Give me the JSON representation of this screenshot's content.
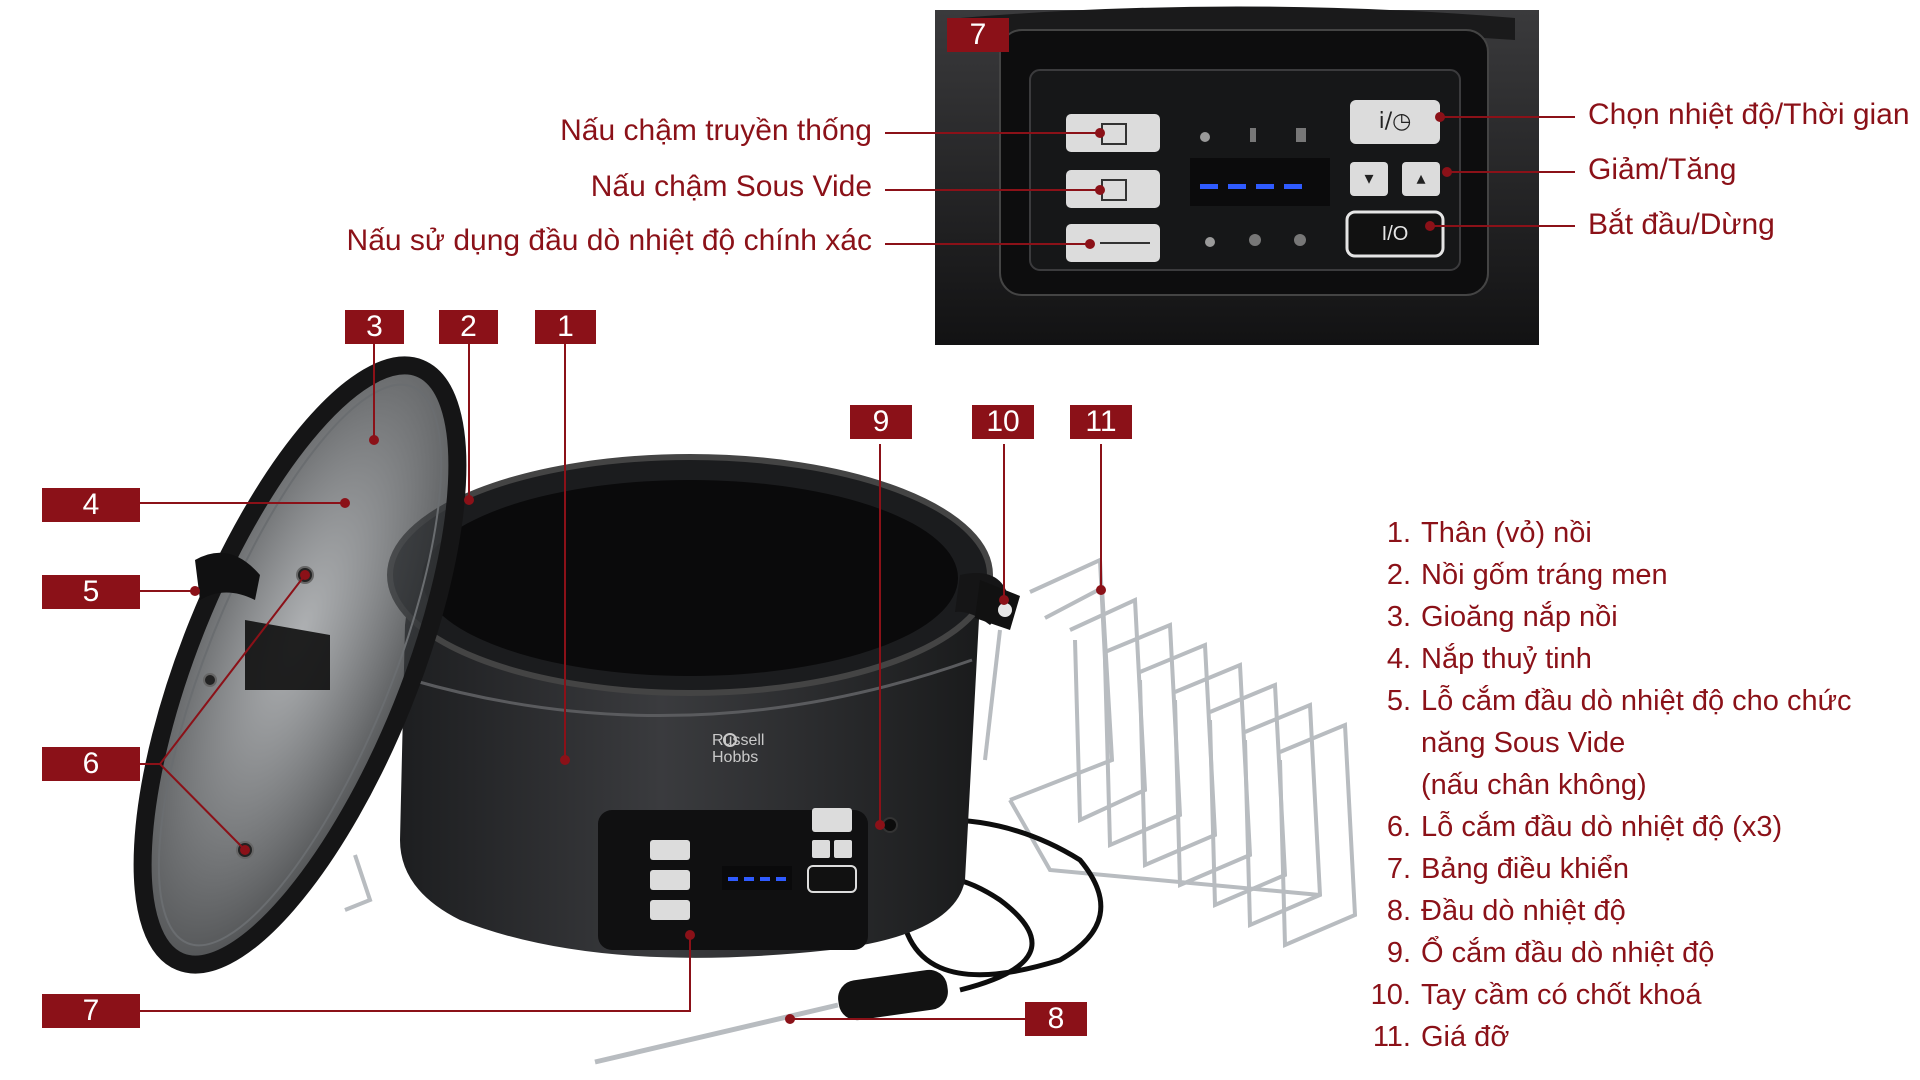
{
  "colors": {
    "accent": "#8b1118",
    "appliance": "#2a2b2d",
    "panel": "#161718",
    "display_led": "#2f5bff"
  },
  "tags": {
    "t1": "1",
    "t2": "2",
    "t3": "3",
    "t4": "4",
    "t5": "5",
    "t6": "6",
    "t7": "7",
    "t7b": "7",
    "t8": "8",
    "t9": "9",
    "t10": "10",
    "t11": "11"
  },
  "callouts": {
    "traditional": "Nấu chậm truyền thống",
    "sous_vide": "Nấu chậm Sous Vide",
    "probe_cooking": "Nấu sử dụng đầu dò nhiệt độ chính xác",
    "temp_time": "Chọn nhiệt độ/Thời gian",
    "down_up": "Giảm/Tăng",
    "start_stop": "Bắt đầu/Dừng"
  },
  "brand": {
    "line1": "Russell",
    "line2": "Hobbs"
  },
  "panel_buttons": {
    "temp_time_label": "i/◷",
    "down": "▾",
    "up": "▴",
    "start_stop": "I/O"
  },
  "legend": [
    {
      "num": "1.",
      "text": "Thân (vỏ) nồi"
    },
    {
      "num": "2.",
      "text": "Nồi gốm tráng men"
    },
    {
      "num": "3.",
      "text": "Gioăng nắp nồi"
    },
    {
      "num": "4.",
      "text": "Nắp thuỷ tinh"
    },
    {
      "num": "5.",
      "text": "Lỗ cắm đầu dò nhiệt độ cho chức"
    },
    {
      "num": "",
      "text": "năng Sous Vide"
    },
    {
      "num": "",
      "text": "(nấu chân không)"
    },
    {
      "num": "6.",
      "text": "Lỗ cắm đầu dò nhiệt độ (x3)"
    },
    {
      "num": "7.",
      "text": "Bảng điều khiển"
    },
    {
      "num": "8.",
      "text": "Đầu dò nhiệt độ"
    },
    {
      "num": "9.",
      "text": "Ổ cắm đầu dò nhiệt độ"
    },
    {
      "num": "10.",
      "text": "Tay cầm có chốt khoá"
    },
    {
      "num": "11.",
      "text": "Giá đỡ"
    }
  ]
}
